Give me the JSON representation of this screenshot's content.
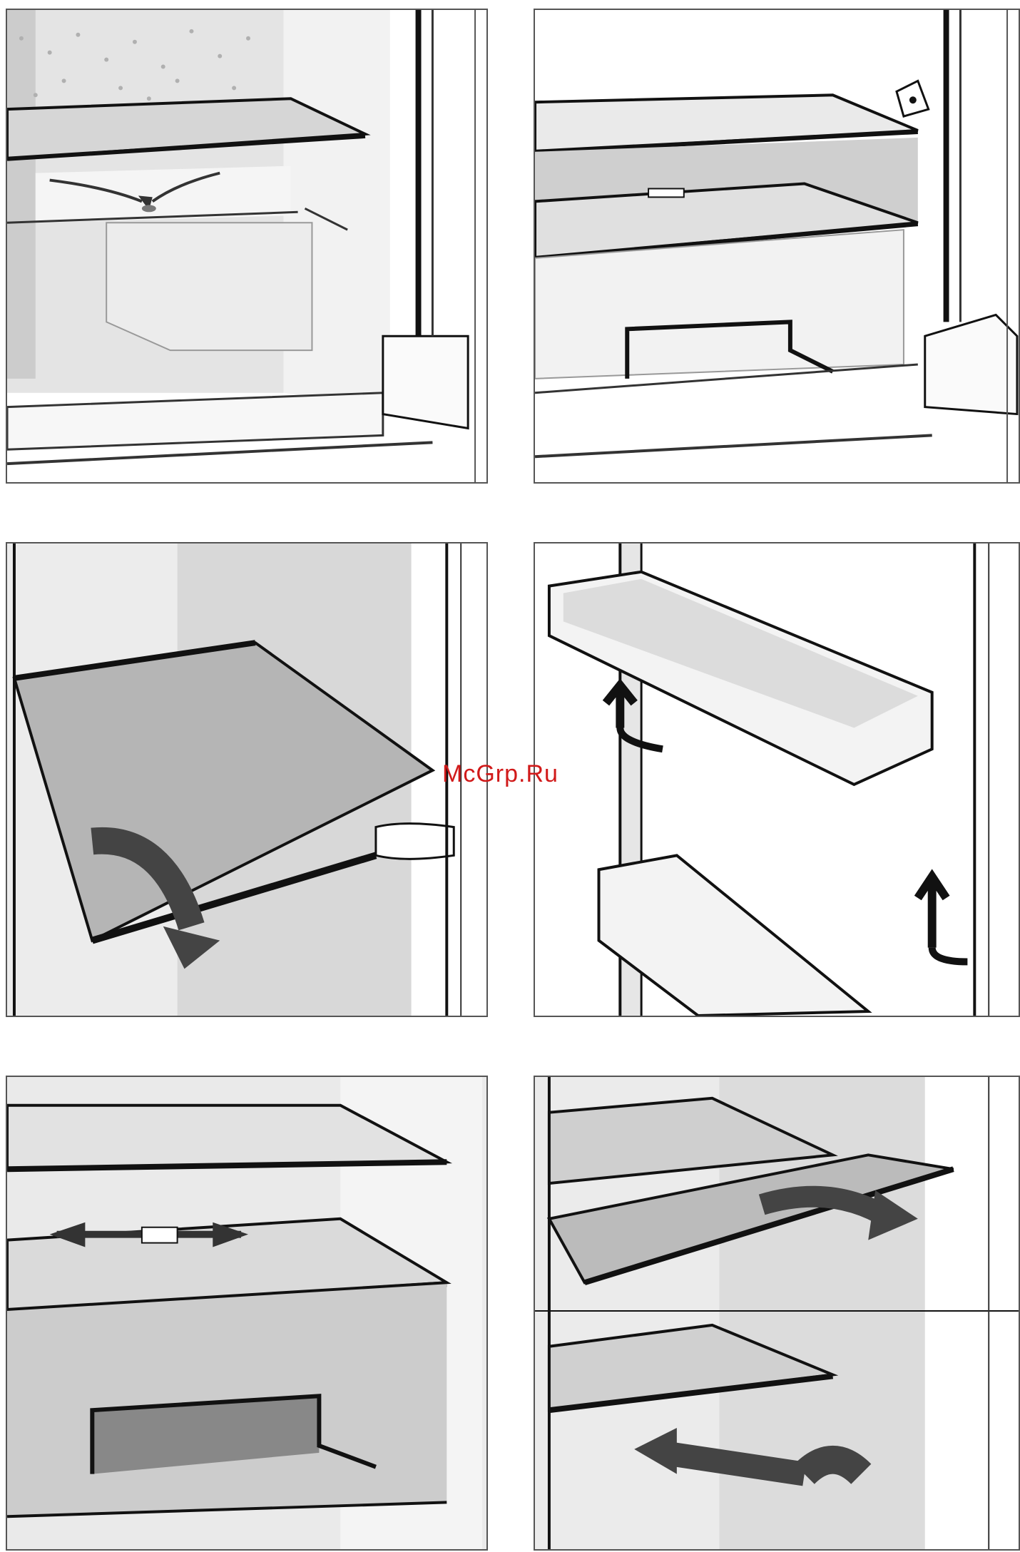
{
  "watermark": {
    "text": "McGrp.Ru",
    "color": "#d11a1a"
  },
  "panels": [
    {
      "id": "p1",
      "icon": "shelf-condensation-drain-illustration"
    },
    {
      "id": "p2",
      "icon": "shelf-drawer-rail-illustration"
    },
    {
      "id": "p3",
      "icon": "shelf-tilt-removal-illustration"
    },
    {
      "id": "p4",
      "icon": "door-balcony-lift-illustration"
    },
    {
      "id": "p5",
      "icon": "drawer-slide-adjust-illustration"
    },
    {
      "id": "p6",
      "icon": "shelf-pull-out-insert-illustration"
    }
  ],
  "colors": {
    "line": "#111111",
    "fill_light": "#eeeeee",
    "fill_mid": "#cfcfcf",
    "fill_dark": "#8a8a8a",
    "arrow": "#444444"
  }
}
